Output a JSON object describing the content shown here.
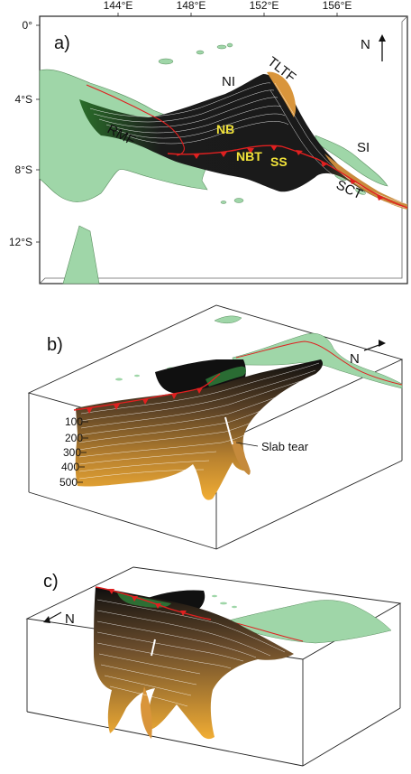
{
  "panel_a": {
    "label": "a)",
    "lon_ticks": [
      "144°E",
      "148°E",
      "152°E",
      "156°E"
    ],
    "lat_ticks": [
      "0°",
      "4°S",
      "8°S",
      "12°S"
    ],
    "north": "N",
    "features": {
      "NI": "NI",
      "TLTF": "TLTF",
      "RMF": "RMF",
      "NB": "NB",
      "NBT": "NBT",
      "SS": "SS",
      "SI": "SI",
      "SCT": "SCT"
    }
  },
  "panel_b": {
    "label": "b)",
    "north": "N",
    "depths": [
      "100",
      "200",
      "300",
      "400",
      "500"
    ],
    "slab_tear": "Slab tear"
  },
  "panel_c": {
    "label": "c)",
    "north": "N"
  },
  "colors": {
    "land": "#9fd6a8",
    "slab_dark": "#111111",
    "slab_mid": "#7a5a3a",
    "slab_light": "#e8a83a",
    "trench": "#e02020",
    "basin_label": "#f2e33a"
  }
}
